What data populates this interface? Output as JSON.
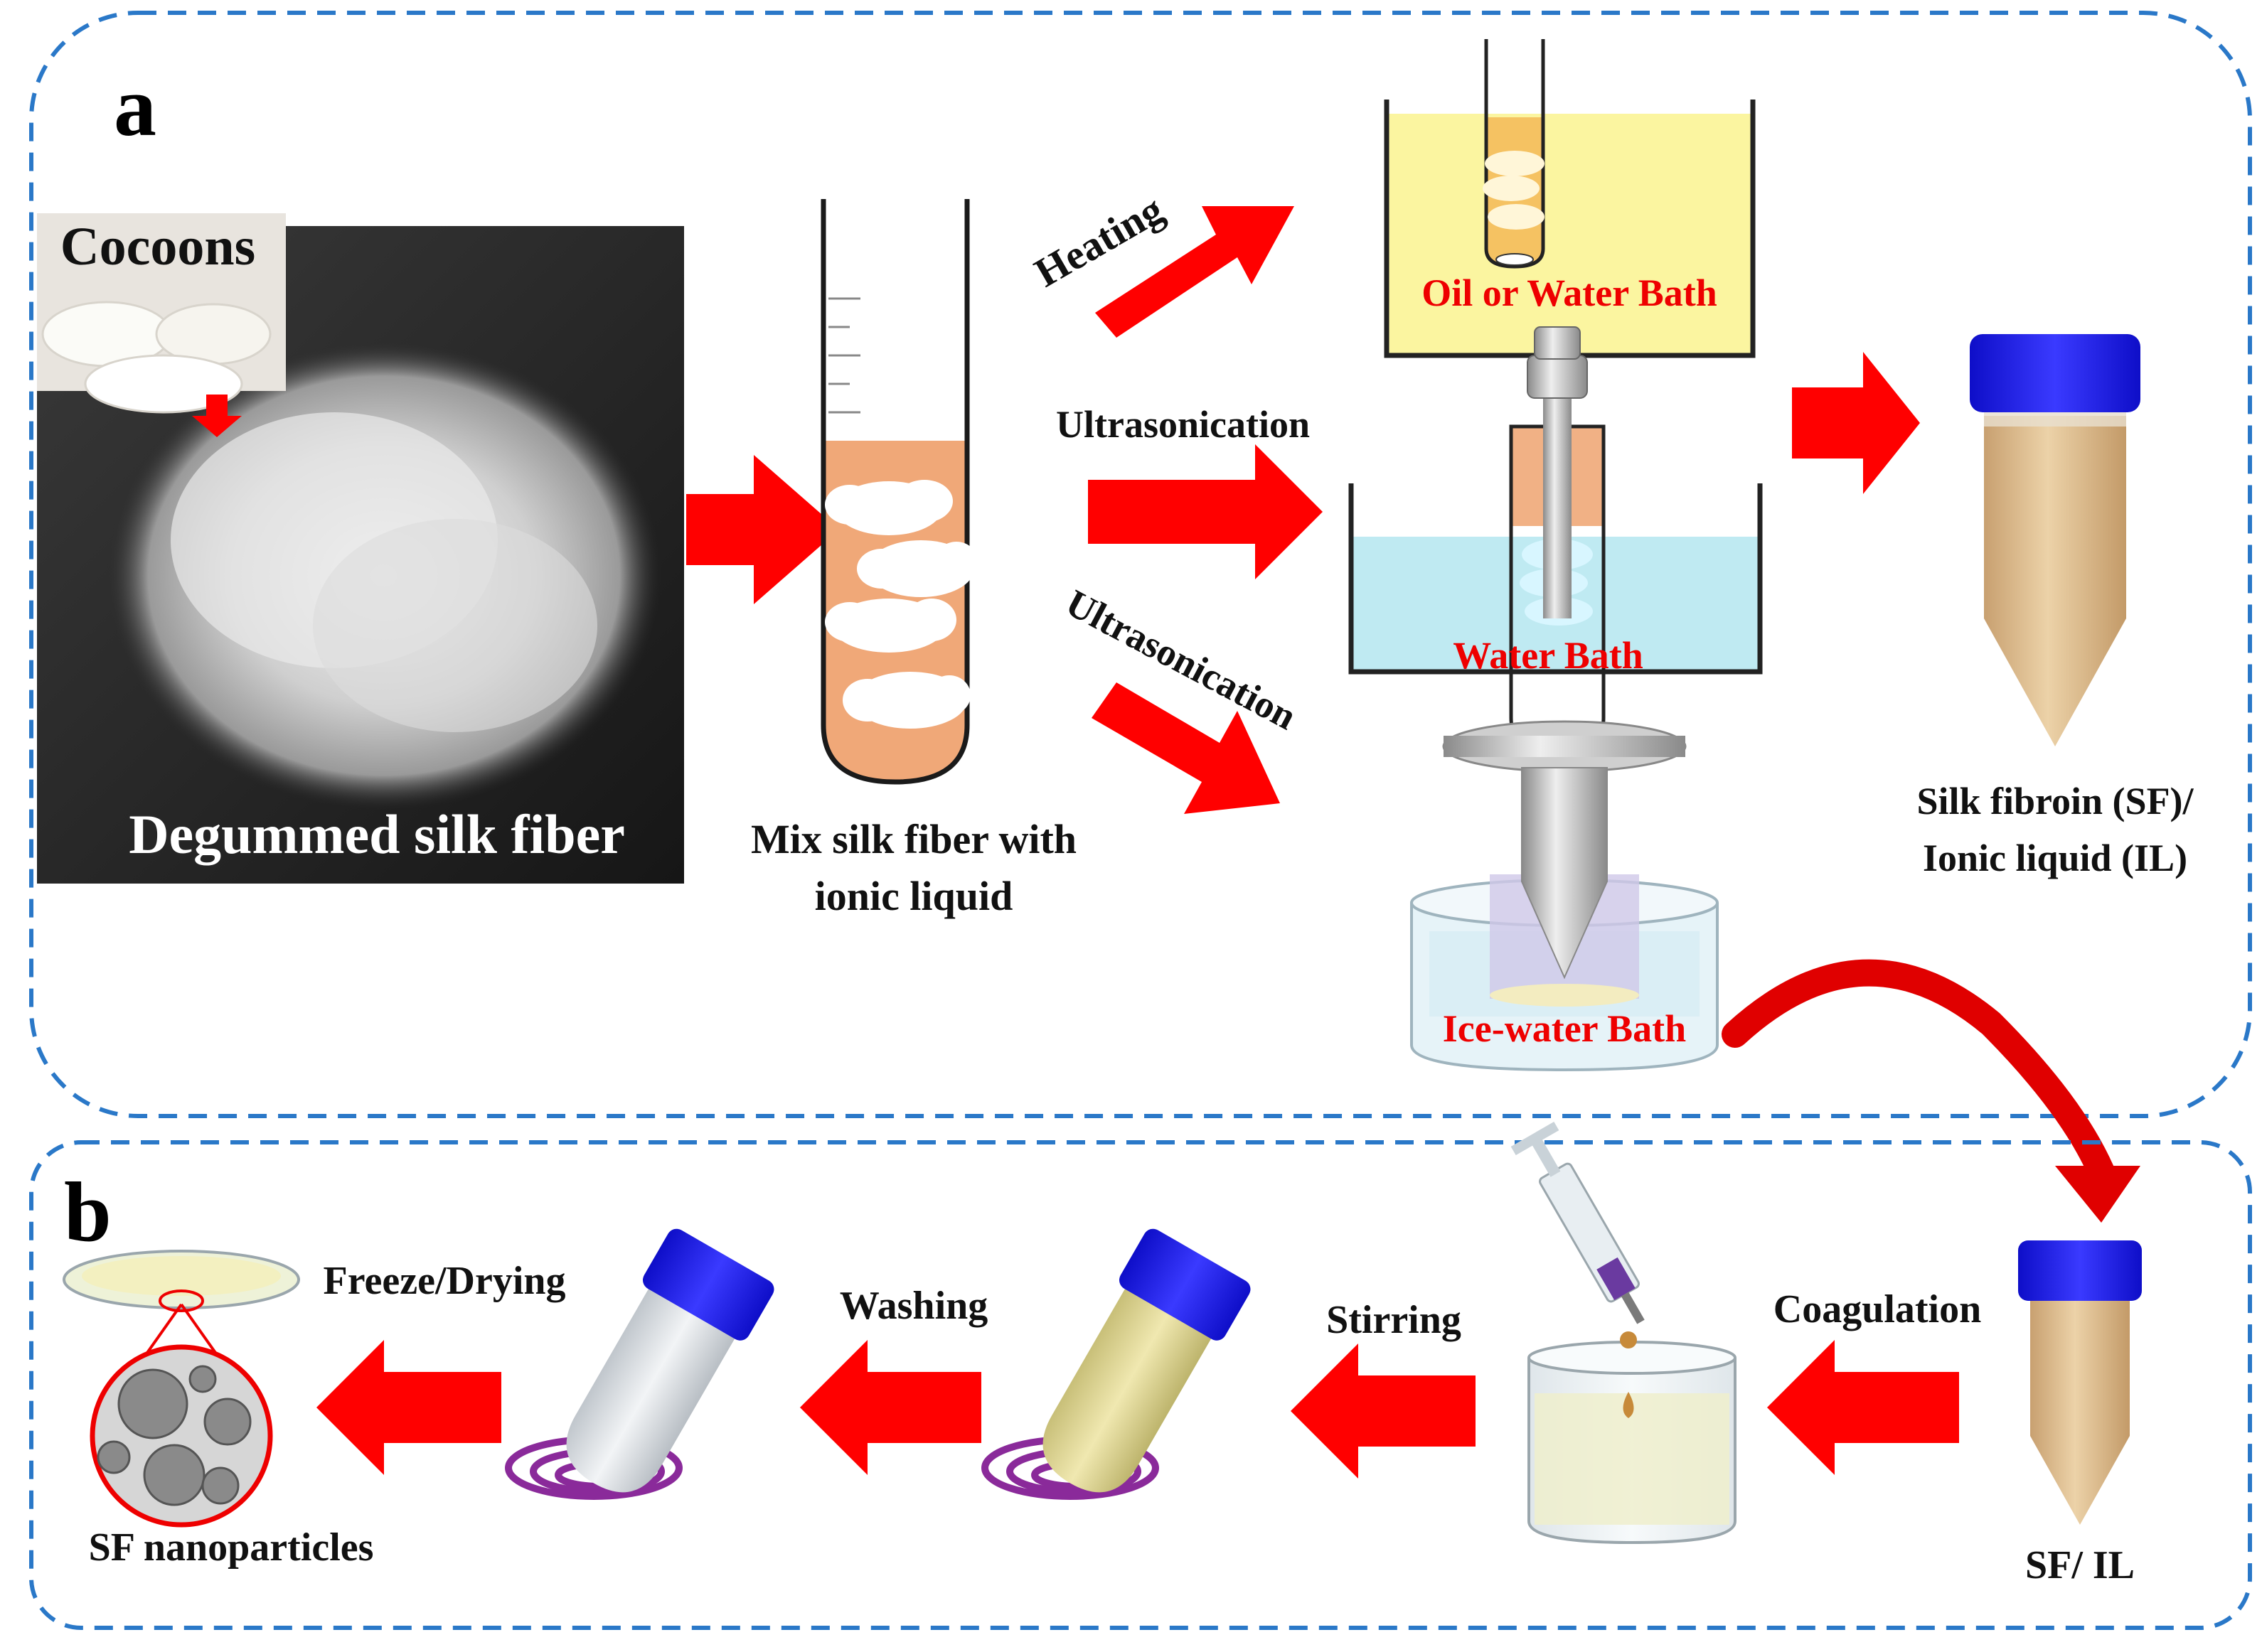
{
  "panel_a": {
    "letter": "a",
    "cocoons_label": "Cocoons",
    "degummed_label": "Degummed silk fiber",
    "mix_label_line1": "Mix silk fiber with",
    "mix_label_line2": "ionic liquid",
    "heating_label": "Heating",
    "ultrasonication_label_1": "Ultrasonication",
    "ultrasonication_label_2": "Ultrasonication",
    "oil_bath_label": "Oil or Water Bath",
    "water_bath_label": "Water Bath",
    "ice_bath_label": "Ice-water Bath",
    "product_label_line1": "Silk fibroin (SF)/",
    "product_label_line2": "Ionic liquid (IL)"
  },
  "panel_b": {
    "letter": "b",
    "sfil_label": "SF/ IL",
    "coagulation_label": "Coagulation",
    "stirring_label": "Stirring",
    "washing_label": "Washing",
    "freeze_label": "Freeze/Drying",
    "nanoparticles_label": "SF nanoparticles"
  },
  "colors": {
    "arrow_red": "#ff0000",
    "label_red": "#ee0000",
    "dash_blue": "#2a78c8",
    "cap_blue": "#1a1aee",
    "liquid_orange": "#f0a878",
    "liquid_tan": "#d8b488",
    "water_cyan": "#bfeaf2",
    "oil_yellow": "#fbf5a0",
    "swirl_purple": "#8a2a9a"
  }
}
